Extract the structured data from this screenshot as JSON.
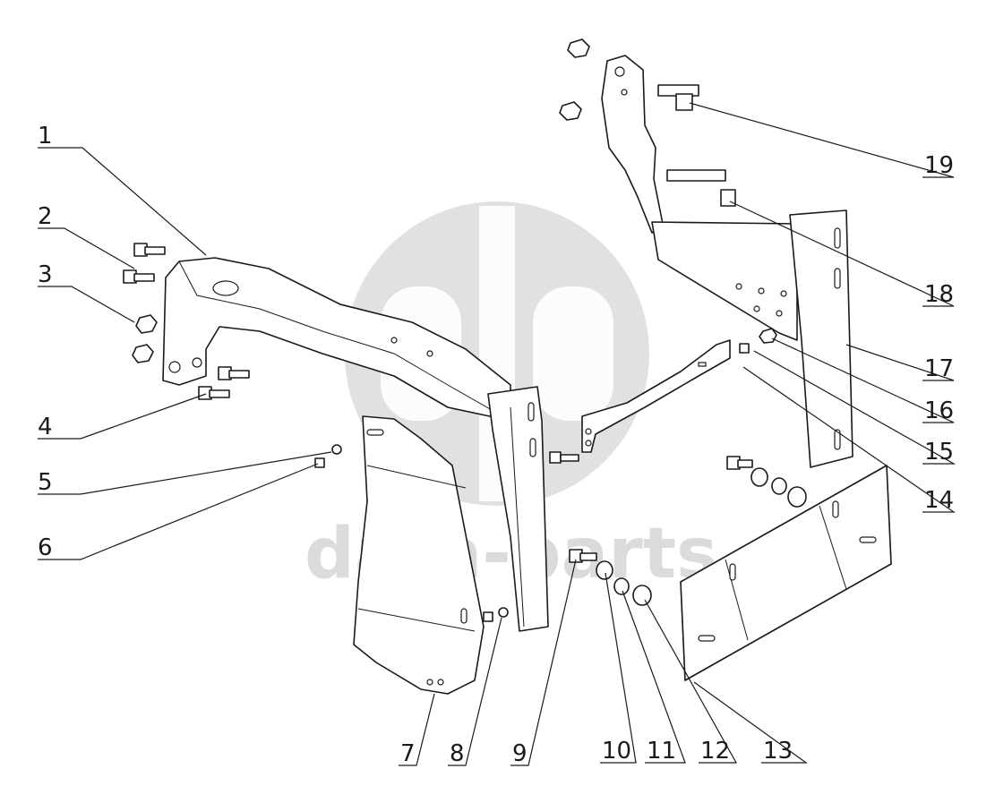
{
  "watermark": {
    "text": "data-parts"
  },
  "callouts": [
    "1",
    "2",
    "3",
    "4",
    "5",
    "6",
    "7",
    "8",
    "9",
    "10",
    "11",
    "12",
    "13",
    "14",
    "15",
    "16",
    "17",
    "18",
    "19"
  ]
}
